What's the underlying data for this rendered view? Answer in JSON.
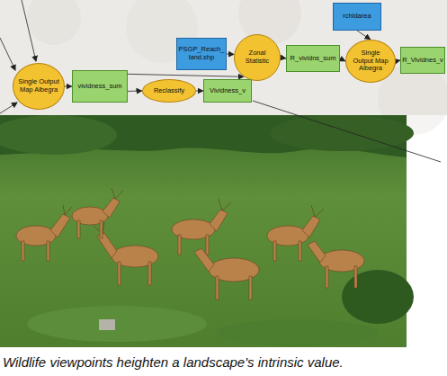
{
  "diagram": {
    "caption": "Wildlife viewpoints heighten a landscape's intrinsic value.",
    "nodes": [
      {
        "text": [
          "rchldarea"
        ]
      },
      {
        "text": [
          "PSGP_Reach_ land.shp"
        ]
      },
      {
        "text": [
          "Zonal Statistic"
        ]
      },
      {
        "text": [
          "R_vividns_sum"
        ]
      },
      {
        "text": [
          "Single Output Map Albegra"
        ]
      },
      {
        "text": [
          "R_Vividnes_v"
        ]
      },
      {
        "text": [
          "Single Output Map Albegra"
        ]
      },
      {
        "text": [
          "vividness_sum"
        ]
      },
      {
        "text": [
          "Reclassify"
        ]
      },
      {
        "text": [
          "Vividness_v"
        ]
      }
    ],
    "edges": [
      {
        "from": 6,
        "to": 7,
        "arrow": "to"
      },
      {
        "from": 7,
        "to": 2,
        "arrow": "to"
      },
      {
        "from": 1,
        "to": 2,
        "arrow": "to"
      },
      {
        "from": 2,
        "to": 3,
        "arrow": "to"
      },
      {
        "from": 3,
        "to": 4,
        "arrow": "to"
      },
      {
        "from": 0,
        "to": 4,
        "arrow": "to"
      },
      {
        "from": 4,
        "to": 5,
        "arrow": "to"
      },
      {
        "from": 7,
        "to": 8,
        "arrow": "to"
      },
      {
        "from": 8,
        "to": 9,
        "arrow": "to"
      }
    ]
  }
}
